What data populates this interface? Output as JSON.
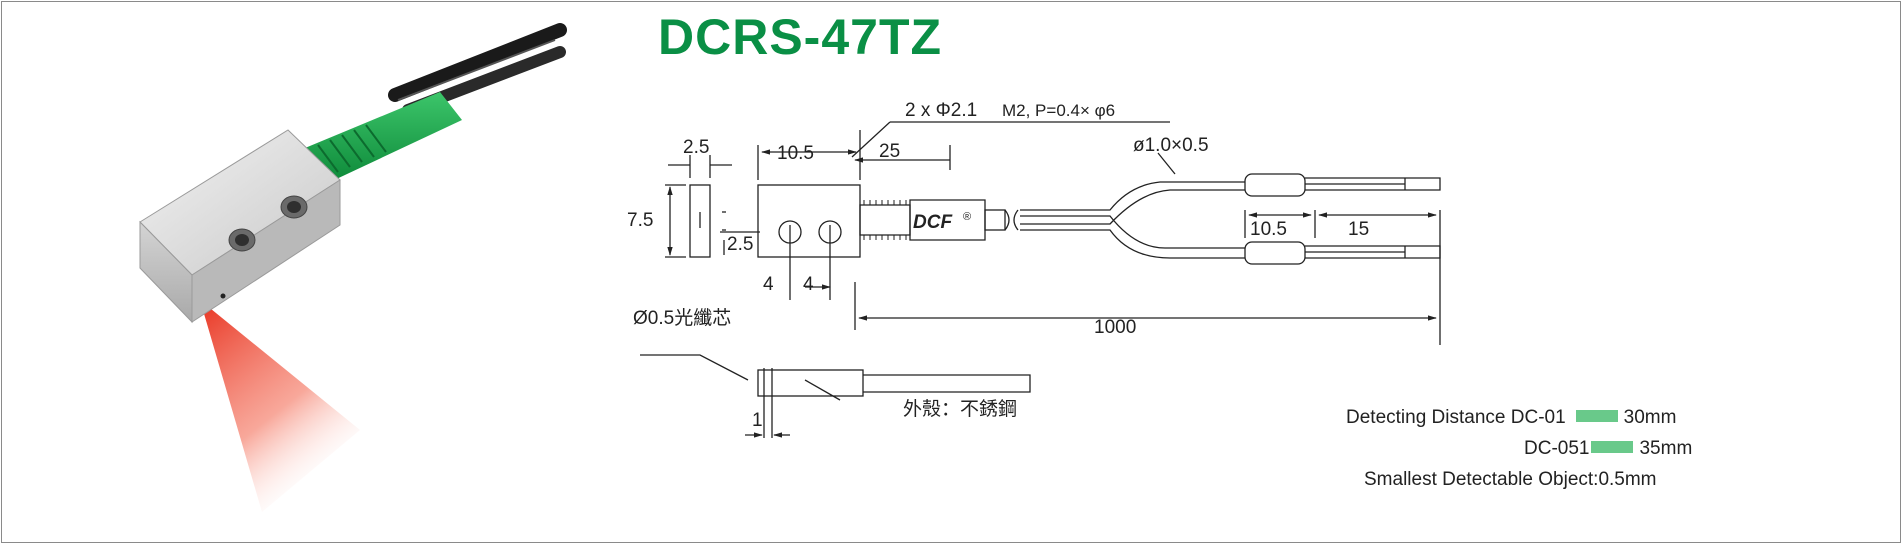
{
  "title": "DCRS-47TZ",
  "dimensions": {
    "width_top": "2.5",
    "height_left": "7.5",
    "thickness": "2.5",
    "body_length": "10.5",
    "boot_length": "25",
    "hole_spec": "2 x Φ2.1",
    "thread_spec": "M2, P=0.4× φ6",
    "split_diameter": "ø1.0×0.5",
    "sleeve_length": "10.5",
    "tail_length": "15",
    "hole_pitch_1": "4",
    "hole_pitch_2": "4",
    "cable_length": "1000",
    "tip_length": "1"
  },
  "labels": {
    "brand": "DCF",
    "fiber_core": "Ø0.5光纖芯",
    "housing": "外殼：不銹鋼"
  },
  "specs": {
    "distance_label": "Detecting  Distance  DC-01",
    "dc01_value": "30mm",
    "dc051_label": "DC-051",
    "dc051_value": "35mm",
    "smallest": "Smallest Detectable Object:0.5mm"
  },
  "colors": {
    "title": "#0a8f45",
    "swatch": "#69c98a",
    "cable_green": "#1aa64a",
    "beam": "#ee3a2a"
  }
}
